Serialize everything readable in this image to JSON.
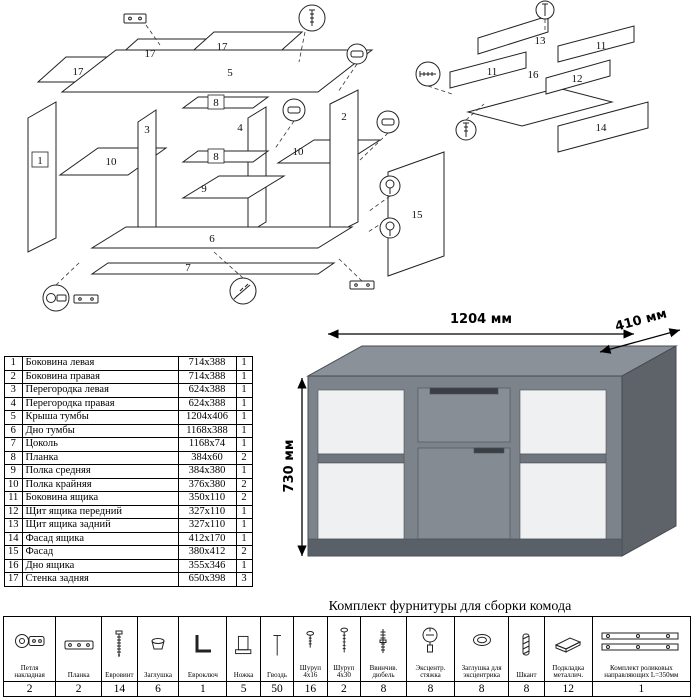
{
  "parts_table": {
    "rows": [
      {
        "num": "1",
        "name": "Боковина левая",
        "size": "714x388",
        "qty": "1"
      },
      {
        "num": "2",
        "name": "Боковина правая",
        "size": "714x388",
        "qty": "1"
      },
      {
        "num": "3",
        "name": "Перегородка левая",
        "size": "624x388",
        "qty": "1"
      },
      {
        "num": "4",
        "name": "Перегородка правая",
        "size": "624x388",
        "qty": "1"
      },
      {
        "num": "5",
        "name": "Крыша тумбы",
        "size": "1204x406",
        "qty": "1"
      },
      {
        "num": "6",
        "name": "Дно тумбы",
        "size": "1168x388",
        "qty": "1"
      },
      {
        "num": "7",
        "name": "Цоколь",
        "size": "1168x74",
        "qty": "1"
      },
      {
        "num": "8",
        "name": "Планка",
        "size": "384x60",
        "qty": "2"
      },
      {
        "num": "9",
        "name": "Полка средняя",
        "size": "384x380",
        "qty": "1"
      },
      {
        "num": "10",
        "name": "Полка крайняя",
        "size": "376x380",
        "qty": "2"
      },
      {
        "num": "11",
        "name": "Боковина ящика",
        "size": "350x110",
        "qty": "2"
      },
      {
        "num": "12",
        "name": "Щит ящика передний",
        "size": "327x110",
        "qty": "1"
      },
      {
        "num": "13",
        "name": "Щит ящика задний",
        "size": "327x110",
        "qty": "1"
      },
      {
        "num": "14",
        "name": "Фасад ящика",
        "size": "412x170",
        "qty": "1"
      },
      {
        "num": "15",
        "name": "Фасад",
        "size": "380x412",
        "qty": "2"
      },
      {
        "num": "16",
        "name": "Дно ящика",
        "size": "355x346",
        "qty": "1"
      },
      {
        "num": "17",
        "name": "Стенка задняя",
        "size": "650x398",
        "qty": "3"
      }
    ]
  },
  "dimensions": {
    "width": "1204 мм",
    "depth": "410 мм",
    "height": "730 мм"
  },
  "hardware_title": "Комплект фурнитуры для сборки комода",
  "hardware_table": {
    "items": [
      {
        "label": "Петля накладная",
        "qty": "2",
        "icon": "hinge-icon"
      },
      {
        "label": "Планка",
        "qty": "2",
        "icon": "plate-icon"
      },
      {
        "label": "Евровинт",
        "qty": "14",
        "icon": "euroscrew-icon"
      },
      {
        "label": "Заглушка",
        "qty": "6",
        "icon": "cap-icon"
      },
      {
        "label": "Евроключ",
        "qty": "1",
        "icon": "hexkey-icon"
      },
      {
        "label": "Ножка",
        "qty": "5",
        "icon": "leg-icon"
      },
      {
        "label": "Гвоздь",
        "qty": "50",
        "icon": "nail-icon"
      },
      {
        "label": "Шуруп 4x16",
        "qty": "16",
        "icon": "screw-short-icon"
      },
      {
        "label": "Шуруп 4x30",
        "qty": "2",
        "icon": "screw-long-icon"
      },
      {
        "label": "Ввинчив. дюбель",
        "qty": "8",
        "icon": "threaded-dowel-icon"
      },
      {
        "label": "Эксцентр. стяжка",
        "qty": "8",
        "icon": "cam-lock-icon"
      },
      {
        "label": "Заглушка для эксцентрика",
        "qty": "8",
        "icon": "cam-cap-icon"
      },
      {
        "label": "Шкант",
        "qty": "8",
        "icon": "wood-dowel-icon"
      },
      {
        "label": "Подкладка металлич.",
        "qty": "12",
        "icon": "metal-washer-icon"
      },
      {
        "label": "Комплект роликовых направляющих L=350мм",
        "qty": "1",
        "icon": "drawer-slides-icon"
      }
    ]
  },
  "diagram": {
    "labels": {
      "p17a": "17",
      "p17b": "17",
      "p17c": "17",
      "p5": "5",
      "p1": "1",
      "p3": "3",
      "p10a": "10",
      "p8a": "8",
      "p4": "4",
      "p8b": "8",
      "p9": "9",
      "p10b": "10",
      "p2": "2",
      "p6": "6",
      "p7": "7",
      "p15": "15",
      "p13": "13",
      "p11a": "11",
      "p11b": "11",
      "p16": "16",
      "p12": "12",
      "p14": "14"
    }
  }
}
